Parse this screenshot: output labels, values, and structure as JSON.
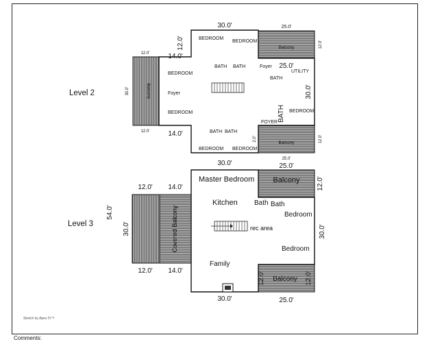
{
  "level2": {
    "title": "Level 2",
    "rooms": {
      "bedroom_top_left": "BEDROOM",
      "bedroom_top_right": "BEDROOM",
      "bedroom_left_upper": "BEDROOM",
      "foyer_left": "Foyer",
      "bedroom_left_lower": "BEDROOM",
      "bath_top_1": "BATH",
      "bath_top_2": "BATH",
      "foyer_top": "Foyer",
      "utility": "UTILITY",
      "bath_right": "BATH",
      "bedroom_right": "BEDROOM",
      "foyer_right": "FOYER",
      "bath_vertical": "BATH",
      "bath_bottom_1": "BATH",
      "bath_bottom_2": "BATH",
      "bedroom_bottom_left": "BEDROOM",
      "bedroom_bottom_right": "BEDROOM",
      "balcony_top": "Balcony",
      "balcony_left": "Balcony",
      "balcony_bottom": "Balcony"
    },
    "dims": {
      "top": "30.0'",
      "balcony_top_w": "25.0'",
      "balcony_top_h": "12.0'",
      "notch_h": "12.0'",
      "notch_w": "14.0'",
      "balcony_left_top": "12.0'",
      "balcony_left_h": "30.0'",
      "balcony_left_bottom": "12.0'",
      "right_inner_w": "25.0'",
      "right_side": "30.0'",
      "bottom_notch_w": "14.0'",
      "small_vertical": "2.0'",
      "balcony_bottom_h": "12.0'",
      "bottom": "30.0'",
      "balcony_bottom_w": "25.0'"
    }
  },
  "level3": {
    "title": "Level 3",
    "rooms": {
      "master_bedroom": "Master Bedroom",
      "balcony_top": "Balcony",
      "kitchen": "Kitchen",
      "bath_1": "Bath",
      "bath_2": "Bath",
      "bedroom_1": "Bedroom",
      "rec_area": "rec area",
      "bedroom_2": "Bedroom",
      "family": "Family",
      "covered_balcony": "Covered Balcony",
      "balcony_bottom": "Balcony"
    },
    "dims": {
      "top_balcony_w": "25.0'",
      "balcony_top_h": "12.0'",
      "left_balcony_w": "12.0'",
      "covered_w": "14.0'",
      "overall_h": "54.0'",
      "left_h": "30.0'",
      "right_side": "30.0'",
      "bottom_left_w": "12.0'",
      "bottom_covered_w": "14.0'",
      "bottom": "30.0'",
      "bottom_balcony_w": "25.0'",
      "balcony_bottom_h1": "12.0'",
      "balcony_bottom_h2": "12.0'"
    }
  },
  "footer": {
    "credit": "Sketch by Apex IV™",
    "comments_label": "Comments:"
  }
}
